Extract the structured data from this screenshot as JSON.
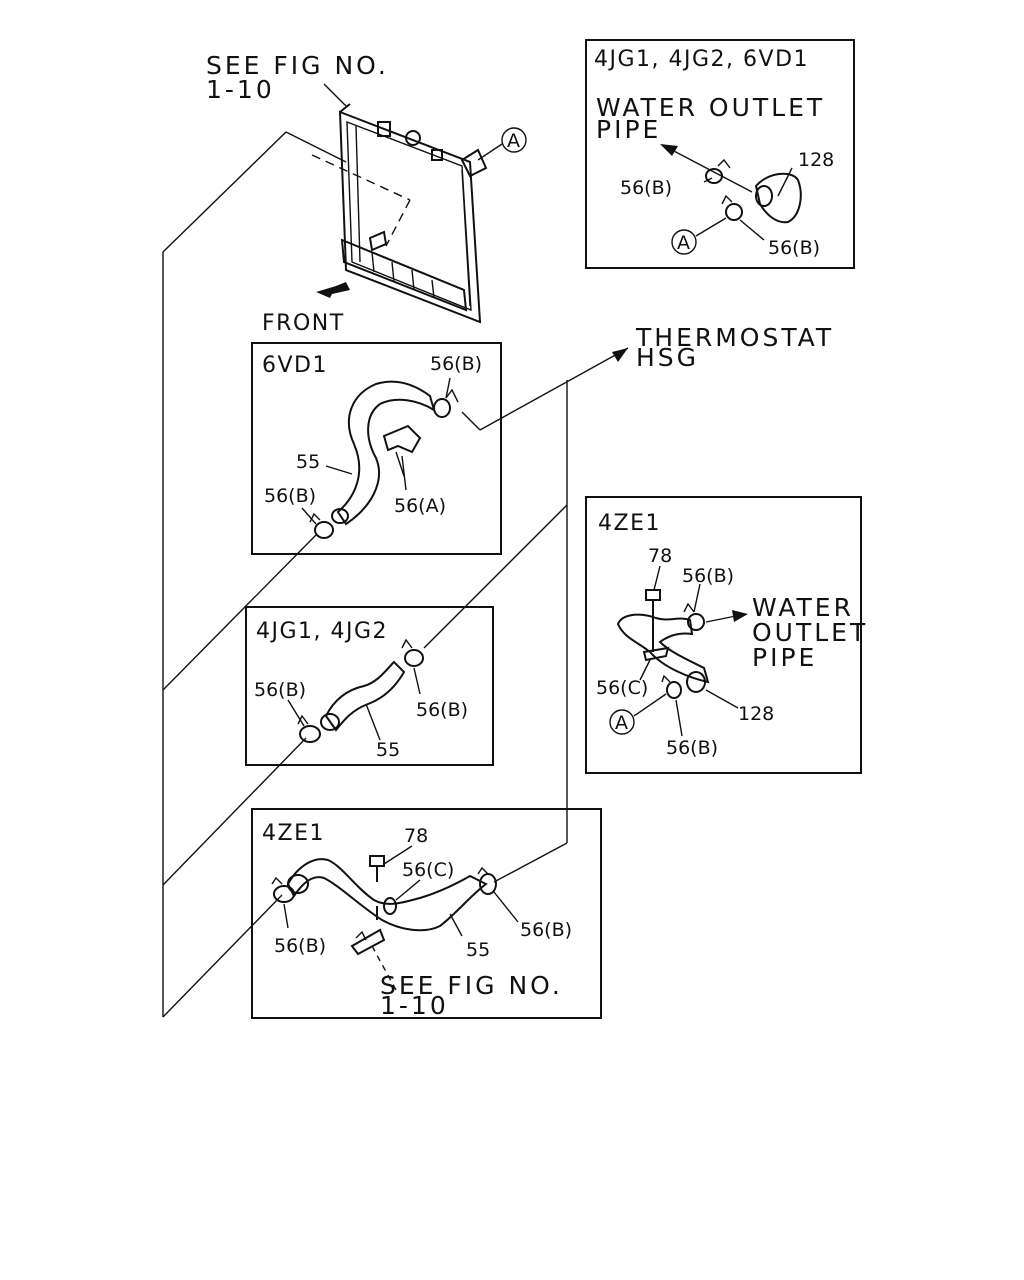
{
  "radiator_note": {
    "line1": "SEE FIG NO.",
    "line2": "1-10"
  },
  "front_label": "FRONT",
  "thermostat": {
    "line1": "THERMOSTAT",
    "line2": "HSG"
  },
  "callout_a": "A",
  "panel_top_right": {
    "title": "4JG1, 4JG2, 6VD1",
    "outlet_line1": "WATER OUTLET",
    "outlet_line2": "PIPE",
    "parts": [
      "128",
      "56(B)",
      "56(B)"
    ]
  },
  "panel_6vd1": {
    "title": "6VD1",
    "parts": [
      "56(B)",
      "55",
      "56(B)",
      "56(A)"
    ]
  },
  "panel_4jg": {
    "title": "4JG1, 4JG2",
    "parts": [
      "56(B)",
      "56(B)",
      "55"
    ]
  },
  "panel_4ze1_right": {
    "title": "4ZE1",
    "outlet_line1": "WATER",
    "outlet_line2": "OUTLET",
    "outlet_line3": "PIPE",
    "parts": [
      "78",
      "56(B)",
      "56(C)",
      "128",
      "56(B)"
    ]
  },
  "panel_4ze1_bottom": {
    "title": "4ZE1",
    "note_line1": "SEE FIG NO.",
    "note_line2": "1-10",
    "parts": [
      "78",
      "56(C)",
      "56(B)",
      "56(B)",
      "55"
    ]
  }
}
